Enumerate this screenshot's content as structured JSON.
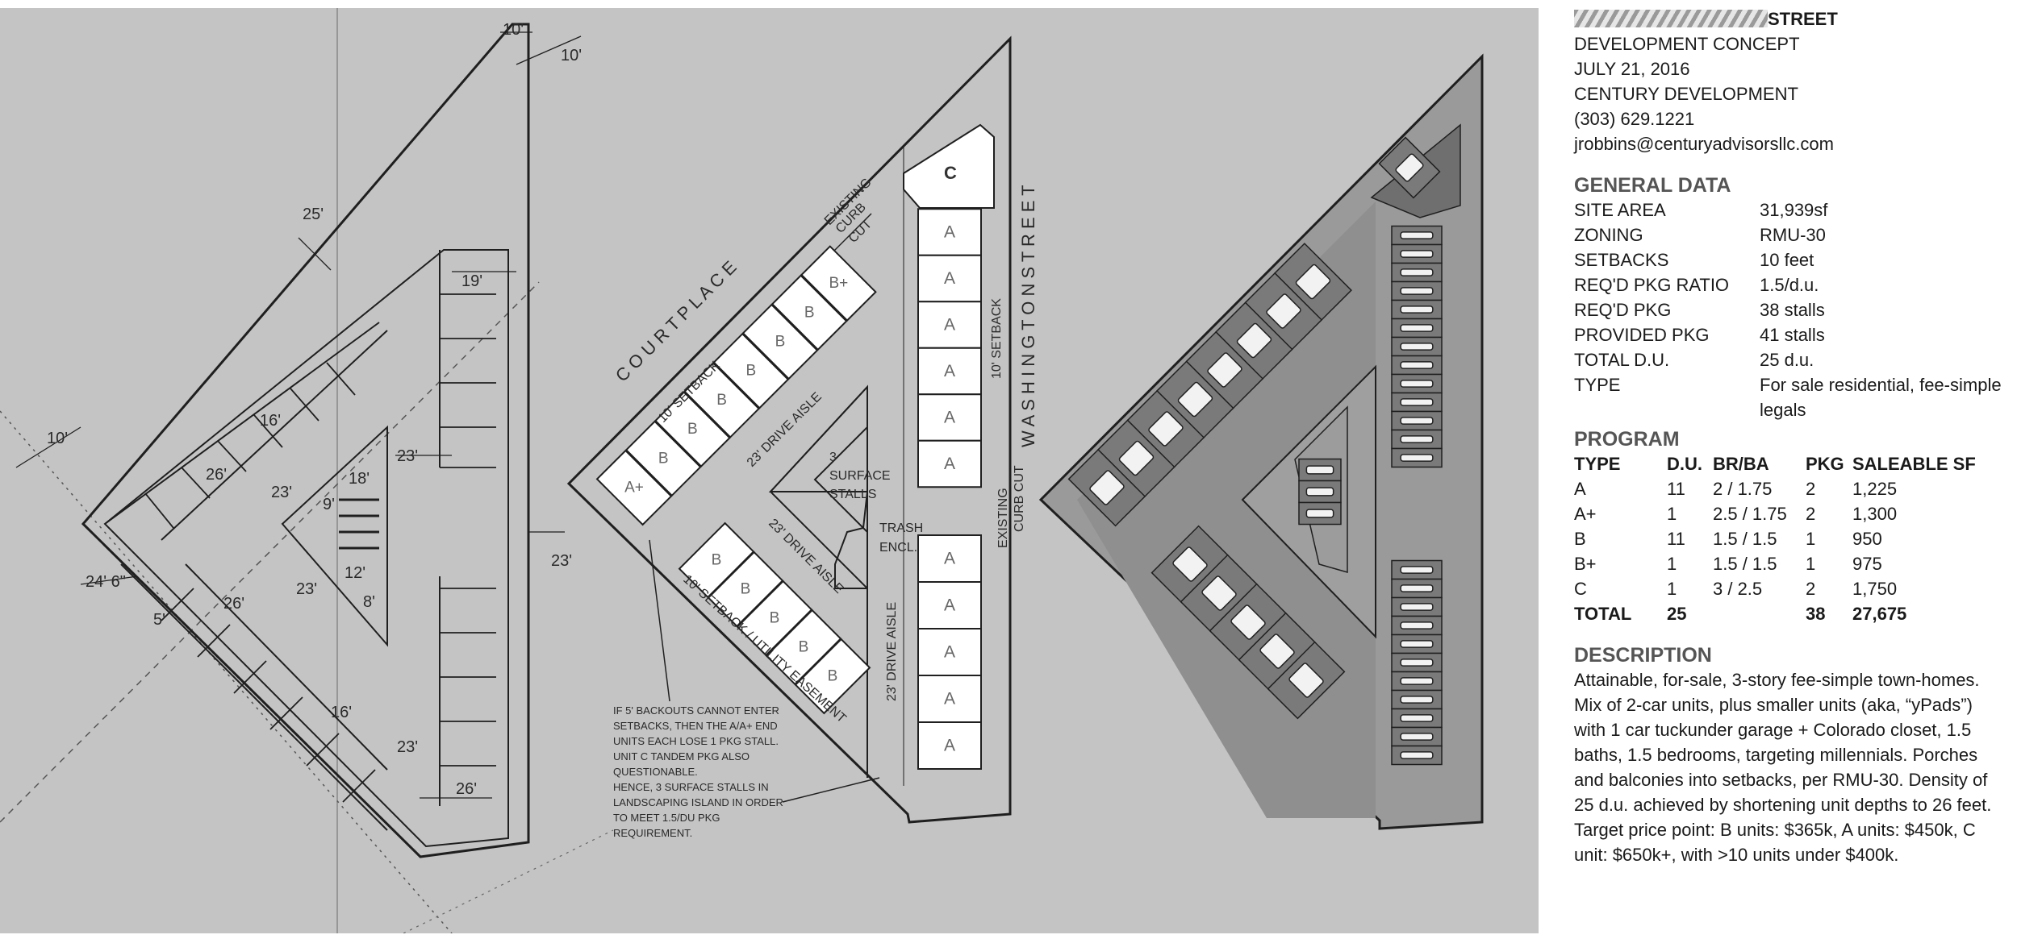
{
  "header": {
    "street": "STREET",
    "lines": [
      "DEVELOPMENT CONCEPT",
      "JULY 21, 2016",
      "CENTURY DEVELOPMENT",
      "(303) 629.1221",
      "jrobbins@centuryadvisorsllc.com"
    ]
  },
  "general": {
    "title": "GENERAL DATA",
    "rows": [
      {
        "k": "SITE AREA",
        "v": "31,939sf"
      },
      {
        "k": "ZONING",
        "v": "RMU-30"
      },
      {
        "k": "SETBACKS",
        "v": "10 feet"
      },
      {
        "k": "REQ'D PKG RATIO",
        "v": "1.5/d.u."
      },
      {
        "k": "REQ'D PKG",
        "v": "38 stalls"
      },
      {
        "k": "PROVIDED PKG",
        "v": "41 stalls"
      },
      {
        "k": "TOTAL D.U.",
        "v": "25 d.u."
      },
      {
        "k": "TYPE",
        "v": "For sale residential, fee-simple legals"
      }
    ]
  },
  "program": {
    "title": "PROGRAM",
    "headers": [
      "TYPE",
      "D.U.",
      "BR/BA",
      "PKG",
      "SALEABLE SF"
    ],
    "rows": [
      [
        "A",
        "11",
        "2 / 1.75",
        "2",
        "1,225"
      ],
      [
        "A+",
        "1",
        "2.5 / 1.75",
        "2",
        "1,300"
      ],
      [
        "B",
        "11",
        "1.5 / 1.5",
        "1",
        "950"
      ],
      [
        "B+",
        "1",
        "1.5 / 1.5",
        "1",
        "975"
      ],
      [
        "C",
        "1",
        "3 / 2.5",
        "2",
        "1,750"
      ]
    ],
    "total": [
      "TOTAL",
      "25",
      "",
      "38",
      "27,675"
    ]
  },
  "description": {
    "title": "DESCRIPTION",
    "text": "Attainable, for-sale, 3-story fee-simple town-homes. Mix of 2-car units, plus smaller units (aka, “yPads”) with 1 car tuckunder garage + Colorado closet, 1.5 baths, 1.5 bedrooms, targeting millennials. Porches and balconies into setbacks, per RMU-30. Density of 25 d.u. achieved by shortening unit depths to 26 feet. Target price point: B units: $365k, A units: $450k, C unit: $650k+, with >10 units under $400k."
  },
  "plan1": {
    "dims": [
      "10'",
      "10'",
      "25'",
      "19'",
      "10'",
      "16'",
      "23'",
      "26'",
      "18'",
      "23'",
      "9'",
      "12'",
      "8'",
      "23'",
      "24' 6\"",
      "26'",
      "23'",
      "5'",
      "16'",
      "23'",
      "26'"
    ]
  },
  "plan2": {
    "streets": {
      "court": "C O U R T   P L A C E",
      "washington": "W A S H I N G T O N   S T R E E T"
    },
    "upper_units": [
      "A+",
      "B",
      "B",
      "B",
      "B",
      "B",
      "B",
      "B+"
    ],
    "lower_units": [
      "B",
      "B",
      "B",
      "B",
      "B"
    ],
    "east_upper": [
      "A",
      "A",
      "A",
      "A",
      "A",
      "A"
    ],
    "east_lower": [
      "A",
      "A",
      "A",
      "A",
      "A"
    ],
    "c_unit": "C",
    "labels": {
      "curb_cut_top": [
        "EXISTING",
        "CURB",
        "CUT"
      ],
      "curb_cut_east": [
        "EXISTING",
        "CURB CUT"
      ],
      "setback_nw": "10' SETBACK",
      "setback_east": "10' SETBACK",
      "setback_sw": "10' SETBACK / UTILITY EASEMENT",
      "aisle1": "23' DRIVE AISLE",
      "aisle2": "23' DRIVE AISLE",
      "aisle3": "23' DRIVE AISLE",
      "surface": [
        "3",
        "SURFACE",
        "STALLS"
      ],
      "trash": [
        "TRASH",
        "ENCL."
      ]
    },
    "note": [
      "IF 5' BACKOUTS CANNOT ENTER",
      "SETBACKS, THEN THE A/A+ END",
      "UNITS EACH LOSE 1 PKG STALL.",
      "UNIT C TANDEM PKG ALSO",
      "QUESTIONABLE.",
      "HENCE, 3 SURFACE STALLS IN",
      "LANDSCAPING ISLAND IN ORDER",
      "TO MEET 1.5/DU PKG",
      "REQUIREMENT."
    ]
  },
  "colors": {
    "background": "#c4c4c4",
    "building": "#ffffff",
    "roof": "#7f7f7f",
    "line": "#1a1a1a"
  }
}
